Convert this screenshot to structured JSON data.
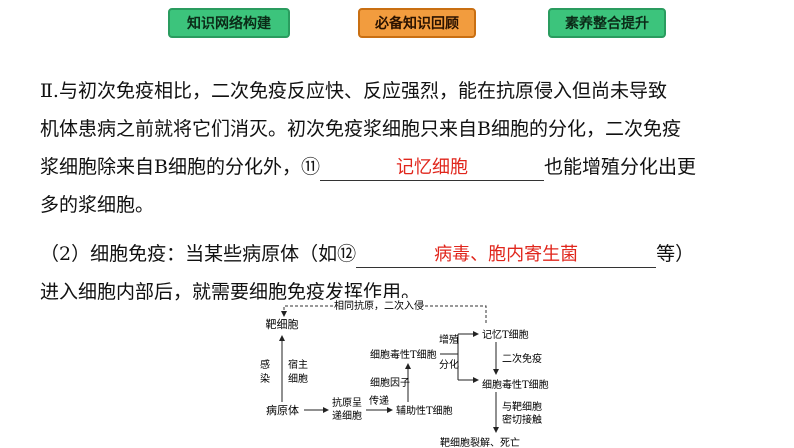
{
  "tabs": [
    {
      "label": "知识网络构建",
      "color": "#3cc47c"
    },
    {
      "label": "必备知识回顾",
      "color": "#f29c3e"
    },
    {
      "label": "素养整合提升",
      "color": "#3cc47c"
    }
  ],
  "para1": {
    "line1": "Ⅱ.与初次免疫相比，二次免疫反应快、反应强烈，能在抗原侵入但尚未导致",
    "line2": "机体患病之前就将它们消灭。初次免疫浆细胞只来自B细胞的分化，二次免疫",
    "line3_pre": "浆细胞除来自B细胞的分化外，⑪",
    "answer11": "记忆细胞",
    "line3_post": "也能增殖分化出更",
    "line4": "多的浆细胞。"
  },
  "para2": {
    "line1_pre": "（2）细胞免疫：当某些病原体（如⑫",
    "answer12": "病毒、胞内寄生菌",
    "line1_post": "等）",
    "line2": "进入细胞内部后，就需要细胞免疫发挥作用。"
  },
  "diagram": {
    "top_label": "相同抗原，二次入侵",
    "target_cell": "靶细胞",
    "infect_1": "感",
    "infect_2": "染",
    "host_1": "宿主",
    "host_2": "细胞",
    "pathogen": "病原体",
    "apc_1": "抗原呈",
    "apc_2": "递细胞",
    "transfer": "传递",
    "helper_t": "辅助性T细胞",
    "cytokine": "细胞因子",
    "cytotoxic_t": "细胞毒性T细胞",
    "prolif_1": "增殖",
    "prolif_2": "分化",
    "memory_t": "记忆T细胞",
    "secondary": "二次免疫",
    "cytotoxic_t2": "细胞毒性T细胞",
    "contact_1": "与靶细胞",
    "contact_2": "密切接触",
    "lysis": "靶细胞裂解、死亡"
  }
}
